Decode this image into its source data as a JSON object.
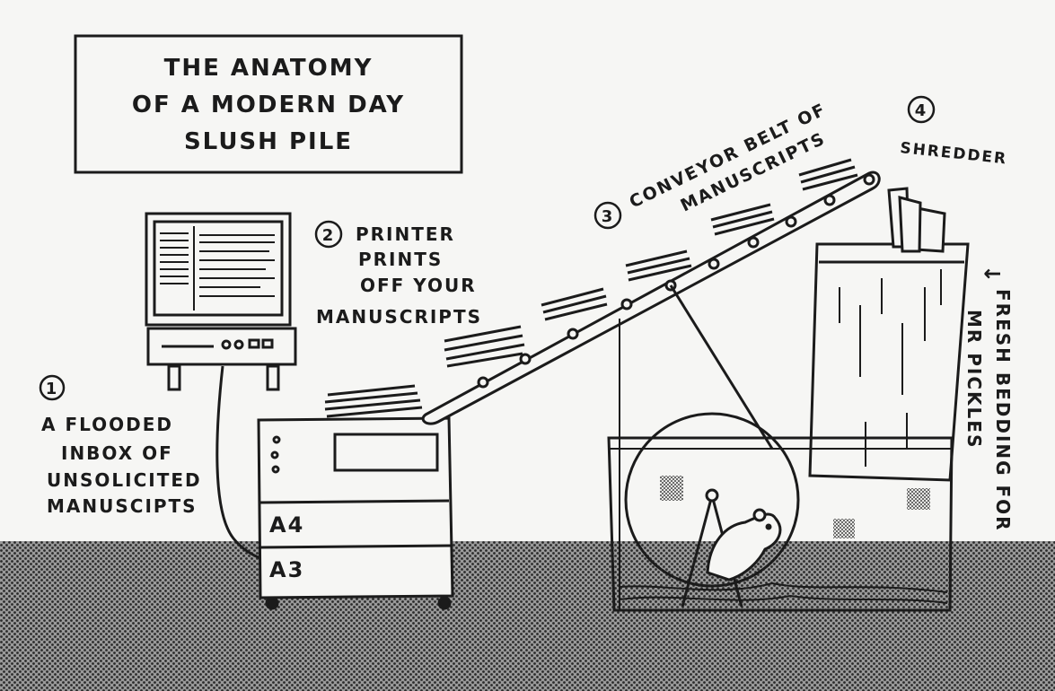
{
  "title": {
    "lines": [
      "THE ANATOMY",
      "OF A MODERN DAY",
      "SLUSH PILE"
    ]
  },
  "steps": [
    {
      "number": "1",
      "lines": [
        "A FLOODED",
        "INBOX OF",
        "UNSOLICITED",
        "MANUSCIPTS"
      ]
    },
    {
      "number": "2",
      "lines": [
        "PRINTER",
        "PRINTS",
        "OFF YOUR",
        "MANUSCRIPTS"
      ]
    },
    {
      "number": "3",
      "lines": [
        "CONVEYOR BELT OF",
        "MANUSCRIPTS"
      ]
    },
    {
      "number": "4",
      "lines": [
        "SHREDDER"
      ]
    }
  ],
  "side_note": {
    "arrow": "↑",
    "lines": [
      "FRESH BEDDING FOR",
      "MR PICKLES"
    ]
  },
  "printer_trays": [
    "A4",
    "A3"
  ],
  "colors": {
    "ink": "#1b1b1b",
    "paper": "#f6f6f4",
    "floor": "#5c5c5c"
  }
}
